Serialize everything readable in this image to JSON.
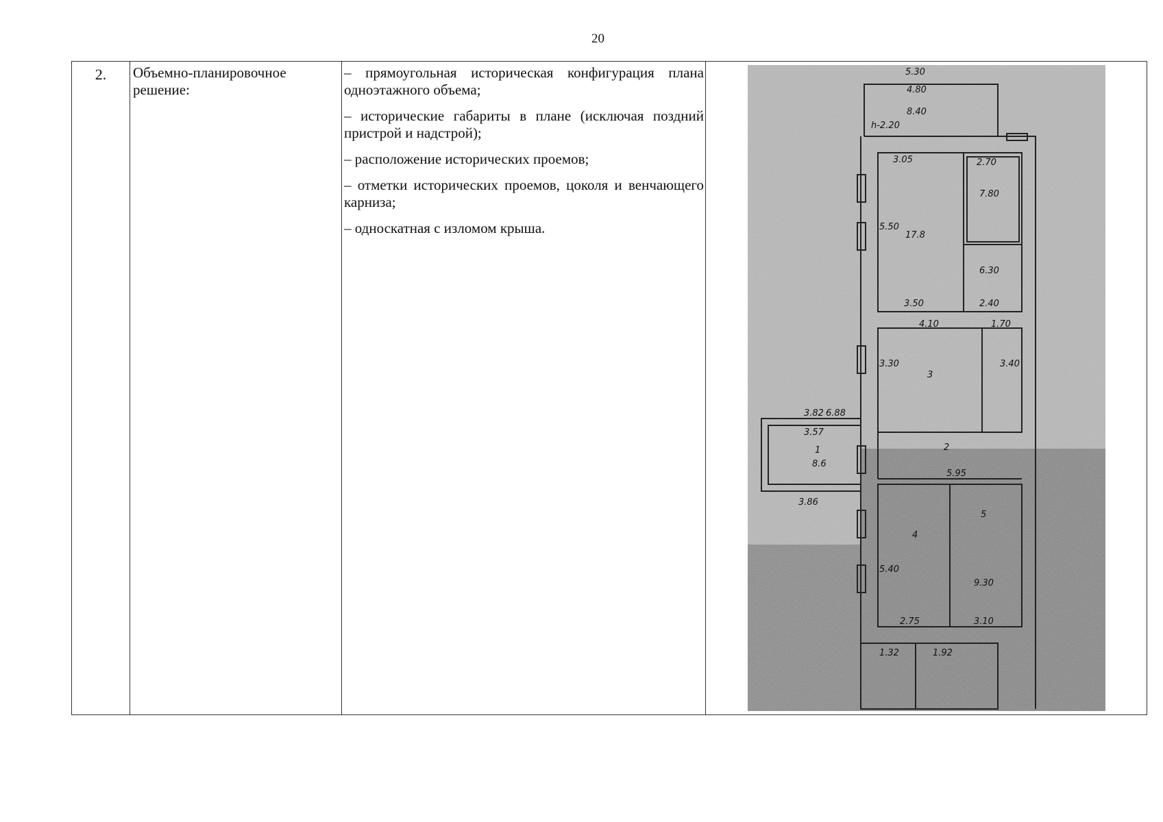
{
  "page": {
    "number": "20"
  },
  "table": {
    "row": {
      "number": "2.",
      "name": "Объемно-планировочное решение:",
      "items": [
        "– прямоугольная историческая конфигурация плана одноэтажного объема;",
        "– исторические габариты в плане (исключая поздний пристрой и надстрой);",
        "– расположение исторических проемов;",
        "– отметки исторических проемов, цоколя и венчающего карниза;",
        "– односкатная с изломом крыша."
      ]
    },
    "floor_plan": {
      "dimensions": {
        "top_outer": "5.30",
        "top_inner": "4.80",
        "room_top_area": "8.40",
        "room_top_height": "h-2.20",
        "room_a_width": "3.05",
        "room_a_side": "5.50",
        "room_a_area": "17.8",
        "room_a_bottom": "3.50",
        "room_b_width": "2.70",
        "room_b_area": "7.80",
        "room_c_area": "6.30",
        "room_c_bottom": "2.40",
        "room_d_width": "4.10",
        "room_d_height": "3.30",
        "room_e_width": "1.70",
        "room_e_height": "3.40",
        "porch_a": "3.82",
        "porch_b": "6.88",
        "porch_c": "3.57",
        "porch_area": "8.6",
        "porch_bottom": "3.86",
        "hall_width": "5.95",
        "room_f_side": "5.40",
        "room_f_bottom": "2.75",
        "room_g_area": "9.30",
        "room_g_bottom": "3.10",
        "annex_a": "1.32",
        "annex_b": "1.92",
        "label_1": "1",
        "label_2": "2",
        "label_3": "3",
        "label_4": "4",
        "label_5": "5"
      }
    }
  }
}
